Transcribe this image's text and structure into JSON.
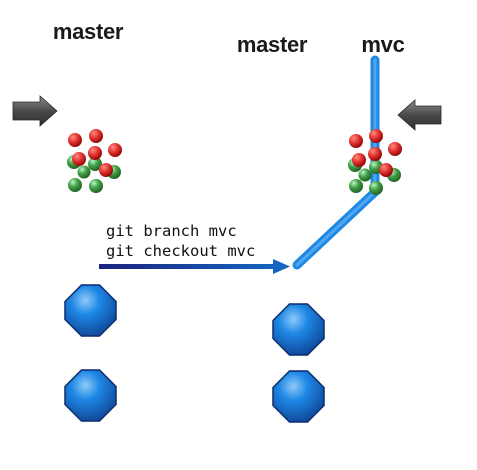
{
  "labels": {
    "left_master": "master",
    "right_master": "master",
    "right_mvc": "mvc"
  },
  "commands": {
    "line1": "git branch mvc",
    "line2": "git checkout mvc"
  },
  "icons": {
    "working_arrow": "thick-arrow-icon",
    "changes": "colored-dots-cluster-icon",
    "commit": "octagon-commit-icon"
  },
  "colors": {
    "branch_line": "#1e88e5",
    "branch_line_light": "#6ab7ff",
    "commit_fill": "#1565c0",
    "commit_highlight": "#64b5f6",
    "dot_red": "#e53935",
    "dot_green": "#43a047",
    "arrow_gray": "#555555",
    "command_arrow": "#0d2f8a"
  }
}
